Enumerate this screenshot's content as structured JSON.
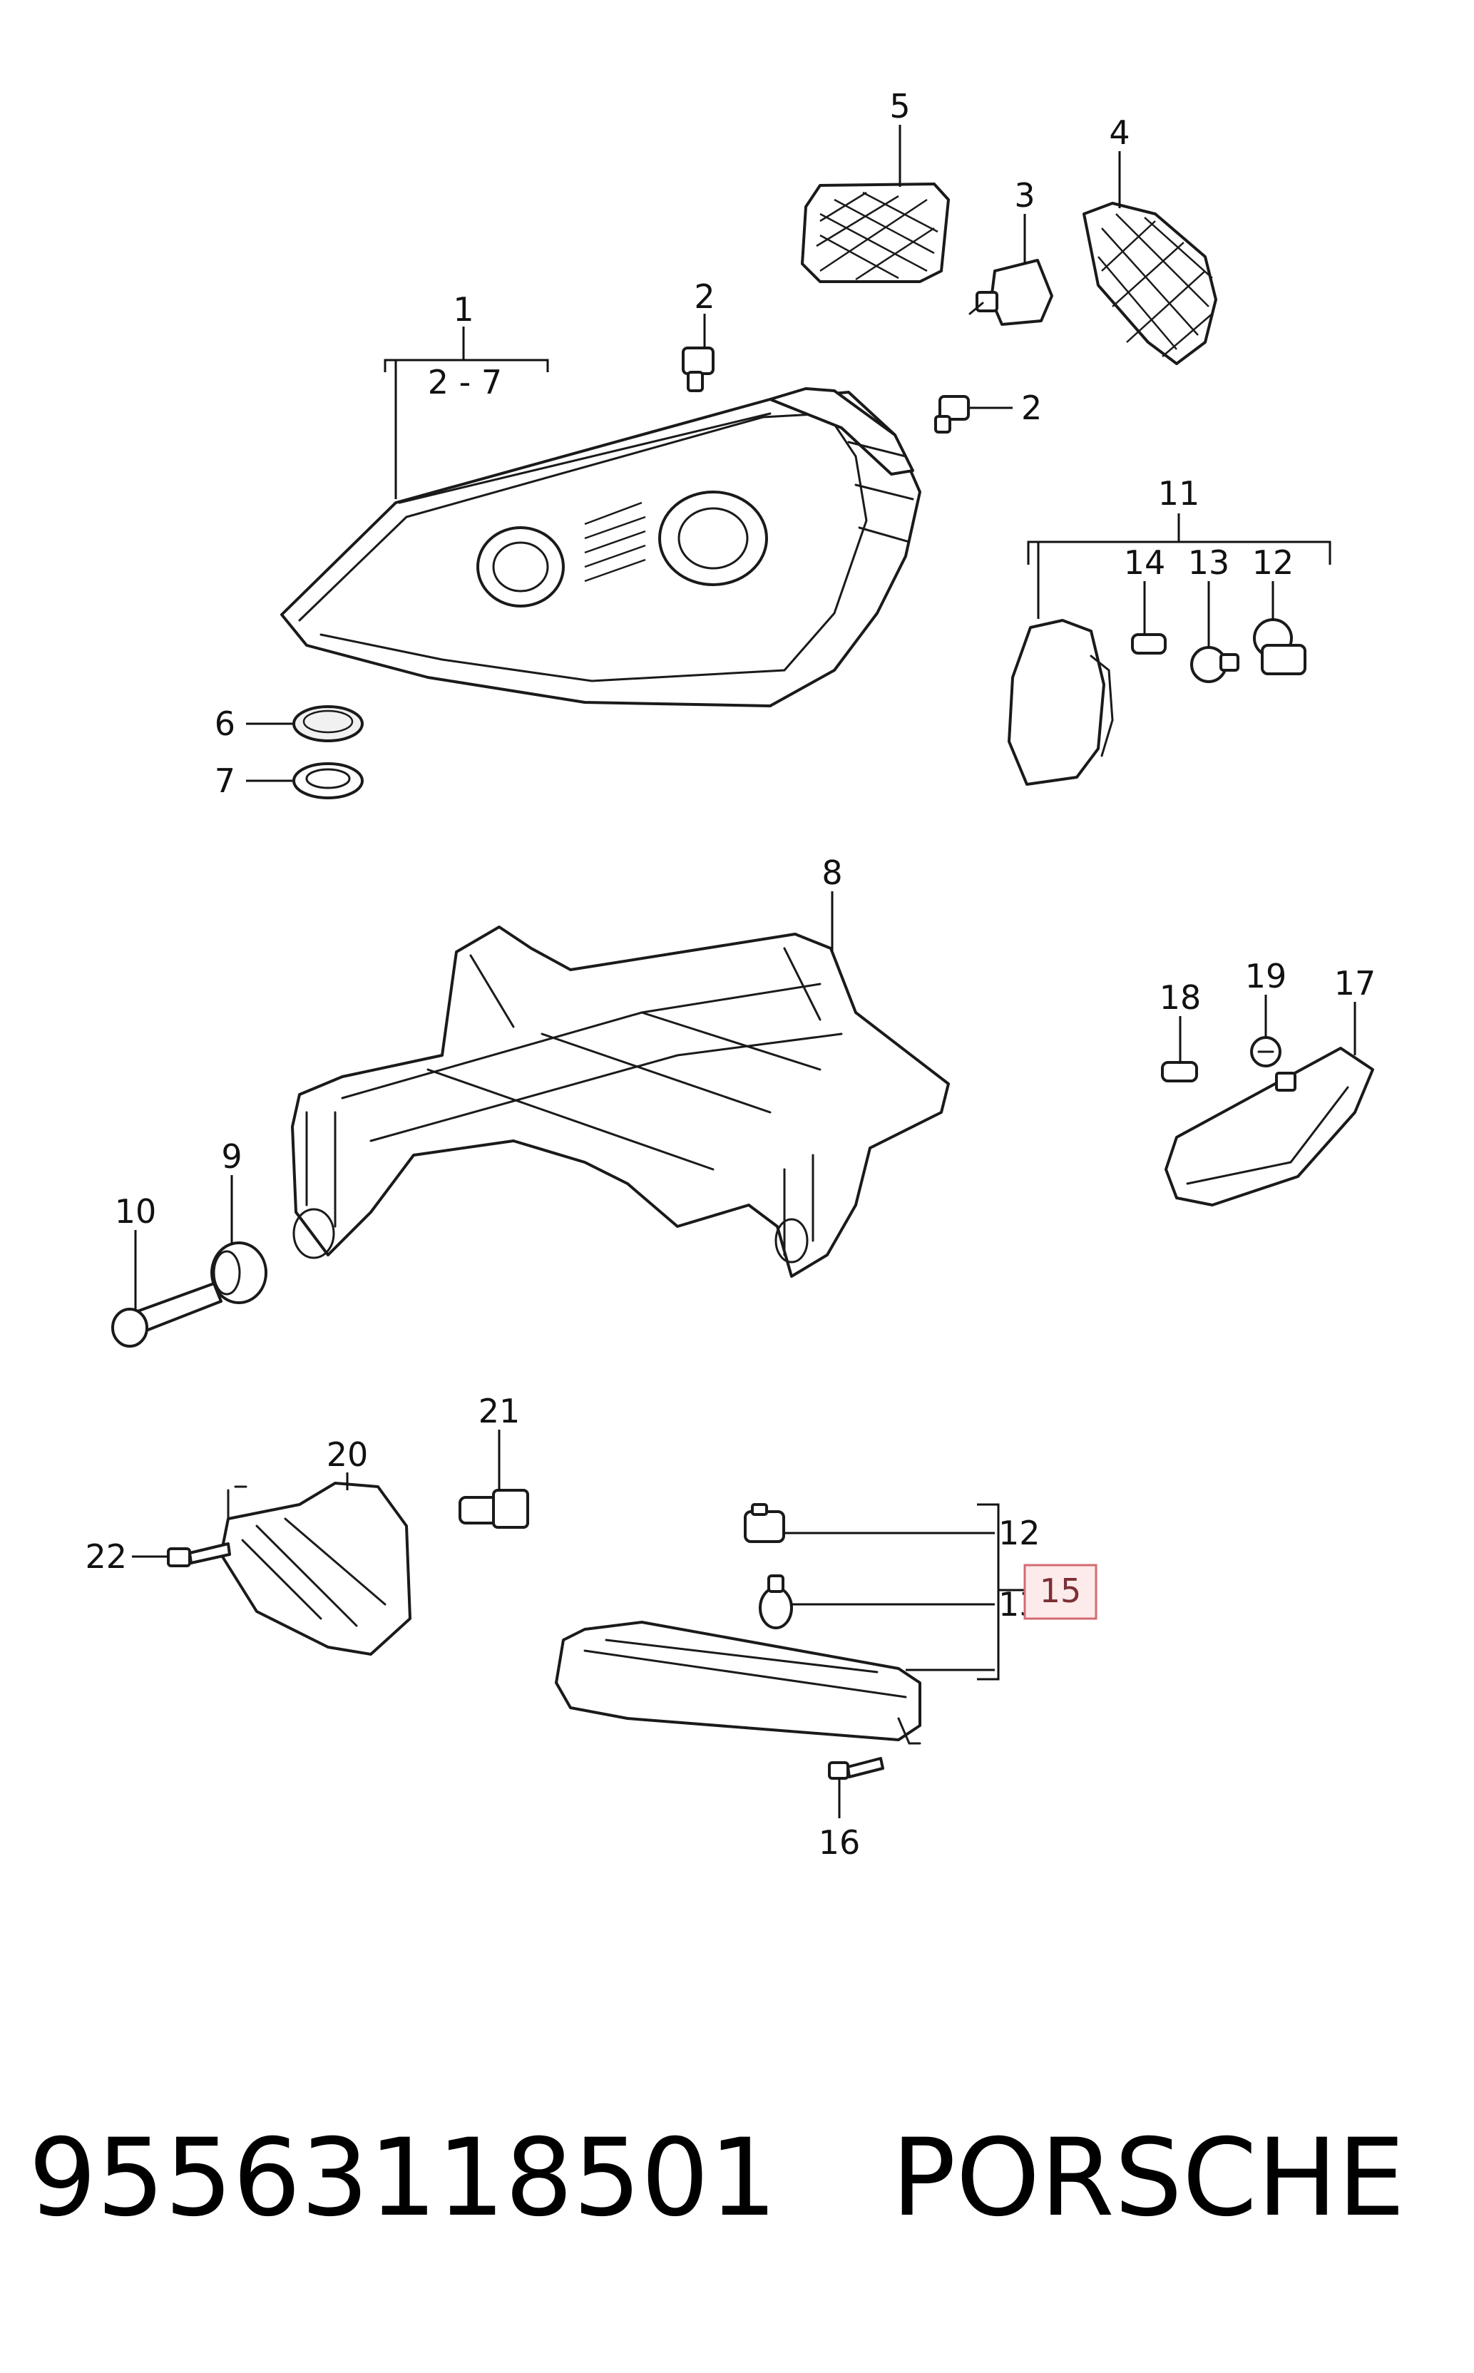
{
  "callouts": {
    "c1": "1",
    "c1_range": "2 - 7",
    "c2a": "2",
    "c2b": "2",
    "c3": "3",
    "c4": "4",
    "c5": "5",
    "c6": "6",
    "c7": "7",
    "c8": "8",
    "c9": "9",
    "c10": "10",
    "c11": "11",
    "c12a": "12",
    "c13a": "13",
    "c14": "14",
    "c17": "17",
    "c18": "18",
    "c19": "19",
    "c20": "20",
    "c21": "21",
    "c22": "22",
    "c12b": "12",
    "c13b": "13",
    "c15": "15",
    "c16": "16"
  },
  "highlight_color": "#d36a72",
  "footer": {
    "part_number": "95563118501",
    "brand": "PORSCHE"
  }
}
